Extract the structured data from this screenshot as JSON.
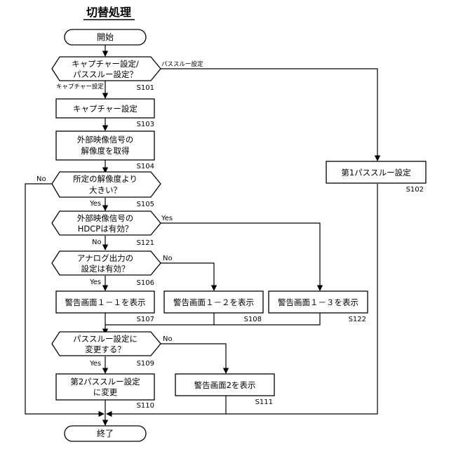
{
  "title": "切替処理",
  "nodes": {
    "start": "開始",
    "d_s101": {
      "line1": "キャプチャー設定/",
      "line2": "パススルー設定？",
      "step": "S101"
    },
    "p_s103": {
      "line1": "キャプチャー設定",
      "step": "S103"
    },
    "p_s104": {
      "line1": "外部映像信号の",
      "line2": "解像度を取得",
      "step": "S104"
    },
    "d_s105": {
      "line1": "所定の解像度より",
      "line2": "大きい？",
      "step": "S105"
    },
    "d_s121": {
      "line1": "外部映像信号の",
      "line2": "HDCPは有効？",
      "step": "S121"
    },
    "d_s106": {
      "line1": "アナログ出力の",
      "line2": "設定は有効？",
      "step": "S106"
    },
    "p_s107": {
      "line1": "警告画面１－１を表示",
      "step": "S107"
    },
    "p_s108": {
      "line1": "警告画面１－２を表示",
      "step": "S108"
    },
    "p_s122": {
      "line1": "警告画面１－３を表示",
      "step": "S122"
    },
    "d_s109": {
      "line1": "パススルー設定に",
      "line2": "変更する？",
      "step": "S109"
    },
    "p_s110": {
      "line1": "第2パススルー設定",
      "line2": "に変更",
      "step": "S110"
    },
    "p_s111": {
      "line1": "警告画面2を表示",
      "step": "S111"
    },
    "p_s102": {
      "line1": "第1パススルー設定",
      "step": "S102"
    },
    "end": "終了"
  },
  "edge_labels": {
    "s101_passthrough": "パススルー設定",
    "s101_capture": "キャプチャー設定",
    "s105_no": "No",
    "s105_yes": "Yes",
    "s121_yes": "Yes",
    "s121_no": "No",
    "s106_no": "No",
    "s106_yes": "Yes",
    "s109_no": "No",
    "s109_yes": "Yes"
  }
}
